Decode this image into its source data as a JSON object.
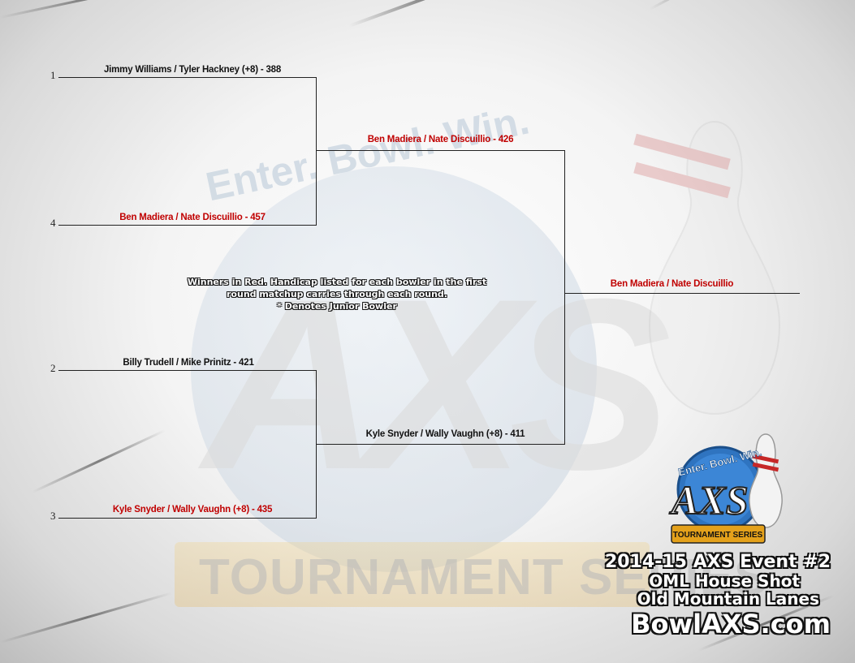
{
  "bracket": {
    "seeds": [
      "1",
      "4",
      "2",
      "3"
    ],
    "round1": [
      {
        "text": "Jimmy Williams / Tyler Hackney (+8) - 388",
        "color": "black"
      },
      {
        "text": "Ben Madiera / Nate Discuillio - 457",
        "color": "red"
      },
      {
        "text": "Billy Trudell / Mike Prinitz - 421",
        "color": "black"
      },
      {
        "text": "Kyle Snyder / Wally Vaughn (+8) - 435",
        "color": "red"
      }
    ],
    "round2": [
      {
        "text": "Ben Madiera / Nate Discuillio  - 426",
        "color": "red"
      },
      {
        "text": "Kyle Snyder / Wally Vaughn (+8) - 411",
        "color": "black"
      }
    ],
    "champion": {
      "text": "Ben Madiera / Nate Discuillio",
      "color": "red"
    }
  },
  "notes": {
    "line1": "Winners in Red.  Handicap listed for each bowler in the first",
    "line2": "round matchup carries through each round.",
    "line3": "* Denotes Junior Bowler"
  },
  "watermark": {
    "slogan": "Enter. Bowl. Win.",
    "banner": "TOURNAMENT SERIES"
  },
  "logo": {
    "slogan": "Enter. Bowl. Win.",
    "brand": "AXS",
    "banner": "TOURNAMENT SERIES"
  },
  "event": {
    "title": "2014-15 AXS Event #2",
    "pattern": "OML House Shot",
    "venue": "Old Mountain Lanes",
    "website": "BowlAXS.com"
  },
  "colors": {
    "winner": "#c00000",
    "loser": "#111111",
    "accent": "#e4a11b"
  }
}
